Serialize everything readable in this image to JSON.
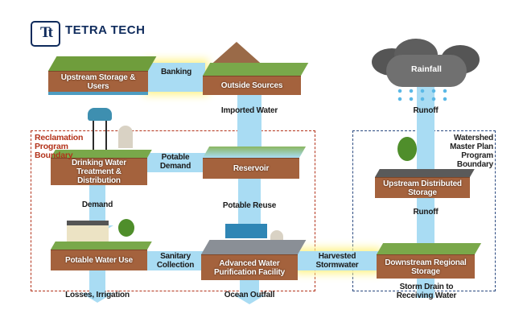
{
  "logo": {
    "text": "TETRA TECH",
    "mark": "Tt",
    "color": "#0f2b5c"
  },
  "boundaries": {
    "reclamation": "Reclamation Program Boundary",
    "watershed": "Watershed Master Plan Program Boundary",
    "reclamation_color": "#b3321a",
    "watershed_color": "#2b4a80"
  },
  "nodes": {
    "upstream_storage": "Upstream Storage & Users",
    "outside_sources": "Outside Sources",
    "drinking_water": "Drinking Water Treatment & Distribution",
    "reservoir": "Reservoir",
    "potable_water_use": "Potable Water Use",
    "awpf": "Advanced Water Purification Facility",
    "rainfall": "Rainfall",
    "upstream_distributed": "Upstream Distributed Storage",
    "downstream_regional": "Downstream Regional Storage"
  },
  "flows": {
    "banking": "Banking",
    "imported_water": "Imported Water",
    "potable_demand": "Potable Demand",
    "demand": "Demand",
    "potable_reuse": "Potable Reuse",
    "sanitary_collection": "Sanitary Collection",
    "harvested_stormwater": "Harvested Stormwater",
    "losses_irrigation": "Losses, Irrigation",
    "ocean_outfall": "Ocean Outfall",
    "runoff_1": "Runoff",
    "runoff_2": "Runoff",
    "storm_drain": "Storm Drain to Receiving Water"
  },
  "colors": {
    "water": "#a9dcf3",
    "soil": "#a4623d",
    "grass": "#79a84a",
    "cloud": "#6b6b6b"
  }
}
